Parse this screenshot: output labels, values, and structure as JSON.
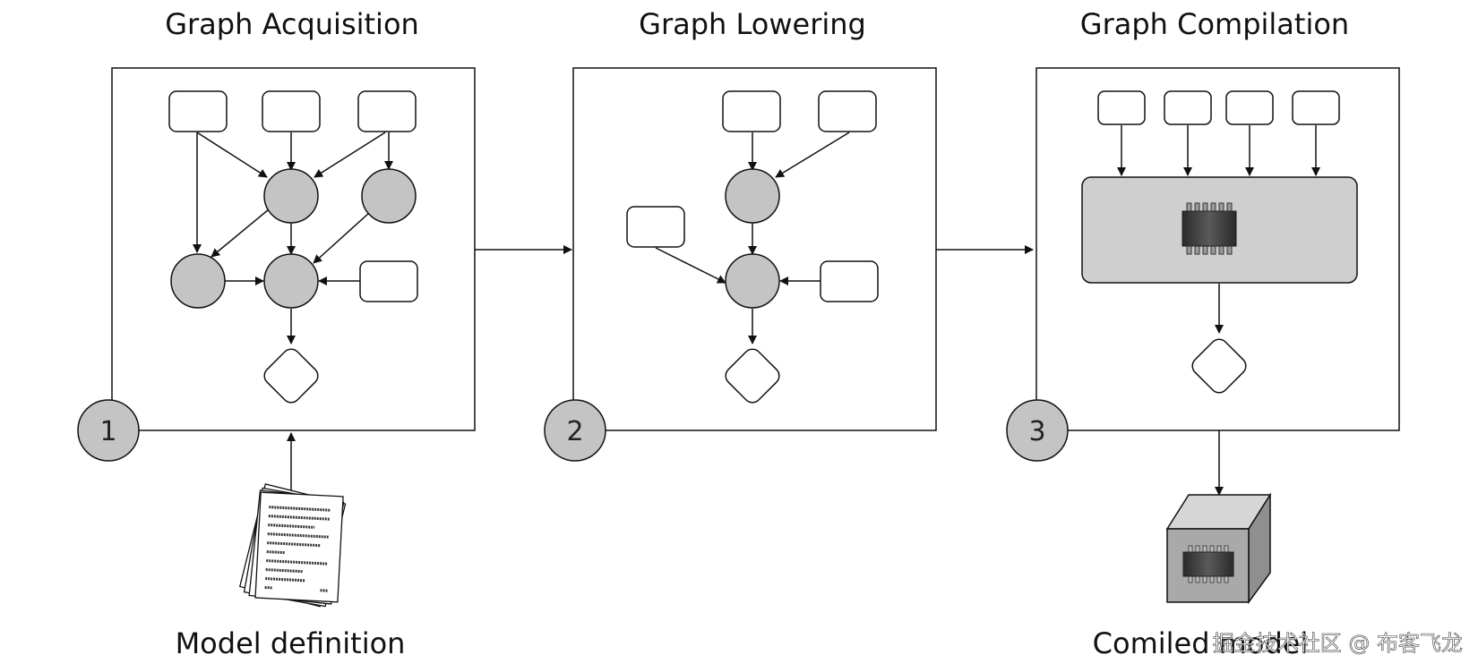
{
  "stages": [
    {
      "title": "Graph Acquisition",
      "step": "1"
    },
    {
      "title": "Graph Lowering",
      "step": "2"
    },
    {
      "title": "Graph Compilation",
      "step": "3"
    }
  ],
  "input_label": "Model definition",
  "output_label": "Comiled model",
  "watermark": "掘金技术社区 @ 布客飞龙",
  "colors": {
    "node_fill": "#c4c4c4",
    "chip_box_fill": "#cfcfcf",
    "line": "#111111",
    "background": "#ffffff"
  },
  "icons": [
    "document-stack-icon",
    "chip-icon",
    "compiled-model-cube-icon"
  ]
}
